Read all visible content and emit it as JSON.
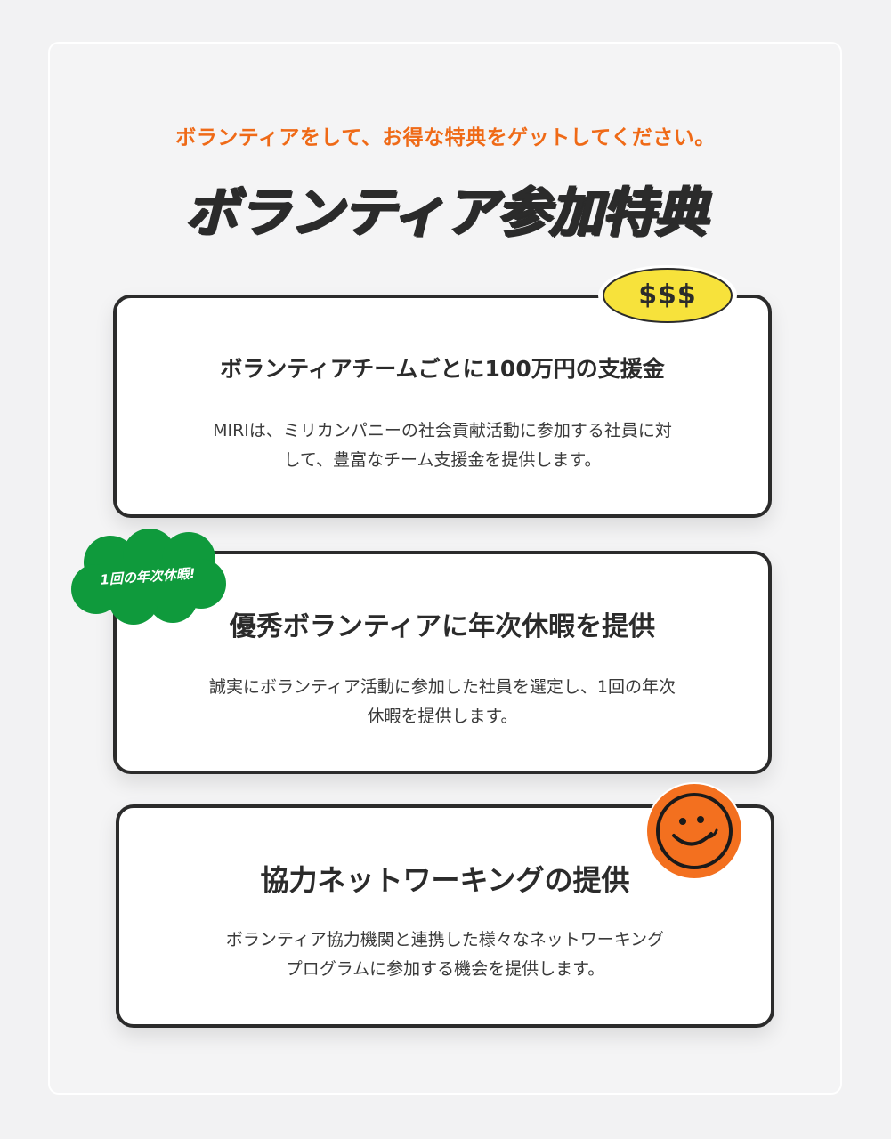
{
  "header": {
    "subtitle": "ボランティアをして、お得な特典をゲットしてください。",
    "title": "ボランティア参加特典"
  },
  "stickers": {
    "dollar": {
      "text": "$$$",
      "color": "#f7e23b"
    },
    "cloud": {
      "text": "1回の年次休暇!",
      "color": "#0f9a3c"
    },
    "smile": {
      "icon": "smiley-face-icon",
      "color": "#f3701f"
    }
  },
  "cards": [
    {
      "title": "ボランティアチームごとに100万円の支援金",
      "body_line1": "MIRIは、ミリカンパニーの社会貢献活動に参加する社員に対",
      "body_line2": "して、豊富なチーム支援金を提供します。"
    },
    {
      "title": "優秀ボランティアに年次休暇を提供",
      "body_line1": "誠実にボランティア活動に参加した社員を選定し、1回の年次",
      "body_line2": "休暇を提供します。"
    },
    {
      "title": "協力ネットワーキングの提供",
      "body_line1": "ボランティア協力機関と連携した様々なネットワーキング",
      "body_line2": "プログラムに参加する機会を提供します。"
    }
  ],
  "colors": {
    "accent": "#ef6a17",
    "text": "#2b2b2b",
    "background": "#f2f2f3"
  }
}
